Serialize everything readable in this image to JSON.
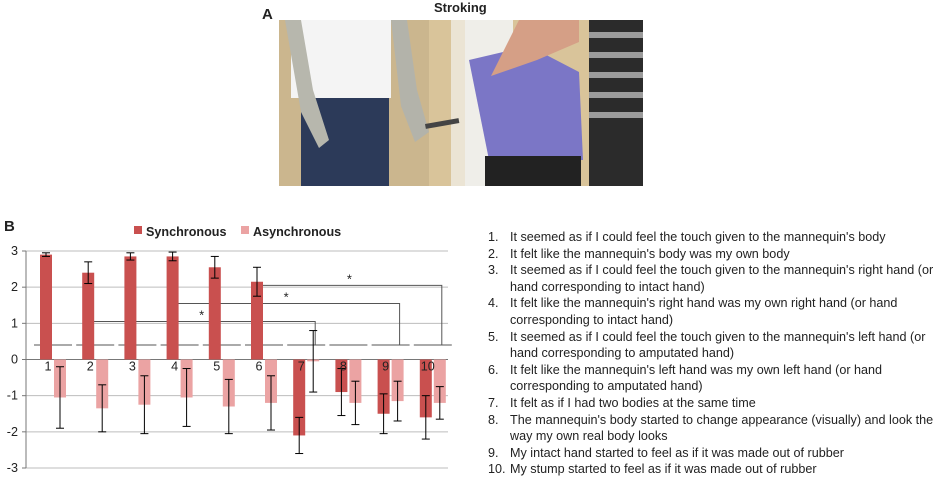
{
  "panel_a": {
    "letter": "A",
    "title": "Stroking"
  },
  "panel_b": {
    "letter": "B"
  },
  "colors": {
    "synchronous": "#c9504f",
    "asynchronous": "#eba3a3",
    "error_bar": "#000000",
    "significance": "#555555"
  },
  "chart_data": {
    "type": "bar",
    "title": "",
    "xlabel": "",
    "ylabel": "",
    "ylim": [
      -3,
      3
    ],
    "yticks": [
      -3,
      -2,
      -1,
      0,
      1,
      2,
      3
    ],
    "categories": [
      "1",
      "2",
      "3",
      "4",
      "5",
      "6",
      "7",
      "8",
      "9",
      "10"
    ],
    "legend": {
      "placement": "top"
    },
    "grid": {
      "horizontal": true
    },
    "series": [
      {
        "name": "Synchronous",
        "values": [
          2.9,
          2.4,
          2.85,
          2.85,
          2.55,
          2.15,
          -2.1,
          -0.9,
          -1.5,
          -1.6
        ],
        "errors": [
          0.05,
          0.3,
          0.1,
          0.12,
          0.3,
          0.4,
          0.5,
          0.65,
          0.55,
          0.6
        ]
      },
      {
        "name": "Asynchronous",
        "values": [
          -1.05,
          -1.35,
          -1.25,
          -1.05,
          -1.3,
          -1.2,
          -0.05,
          -1.2,
          -1.15,
          -1.2
        ],
        "errors": [
          0.85,
          0.65,
          0.8,
          0.8,
          0.75,
          0.75,
          0.85,
          0.6,
          0.55,
          0.45
        ]
      }
    ],
    "significance": [
      {
        "label": "*",
        "from": "2",
        "to": "7"
      },
      {
        "label": "*",
        "from": "4",
        "to": "9"
      },
      {
        "label": "*",
        "from": "6",
        "to": "10"
      }
    ]
  },
  "items": [
    {
      "num": "1.",
      "text": "It seemed as if I could feel the touch given to the mannequin's body"
    },
    {
      "num": "2.",
      "text": "It felt like the mannequin's body was my own body"
    },
    {
      "num": "3.",
      "text": "It seemed as if I could feel the touch given to the mannequin's right hand (or hand corresponding to intact hand)"
    },
    {
      "num": "4.",
      "text": "It felt like the mannequin's right hand was my own right hand (or hand corresponding to intact hand)"
    },
    {
      "num": "5.",
      "text": "It seemed as if I could feel the touch given to the mannequin's left hand (or hand corresponding to amputated hand)"
    },
    {
      "num": "6.",
      "text": "It felt like the mannequin's left hand was my own left hand (or hand corresponding to amputated hand)"
    },
    {
      "num": "7.",
      "text": "It felt as if I had two bodies at the same time"
    },
    {
      "num": "8.",
      "text": "The mannequin's body started to change appearance (visually) and look the way my own real body looks"
    },
    {
      "num": "9.",
      "text": "My intact hand started to feel as if it was made out of rubber"
    },
    {
      "num": "10.",
      "text": "My stump started to feel as if it was made out of rubber"
    }
  ]
}
